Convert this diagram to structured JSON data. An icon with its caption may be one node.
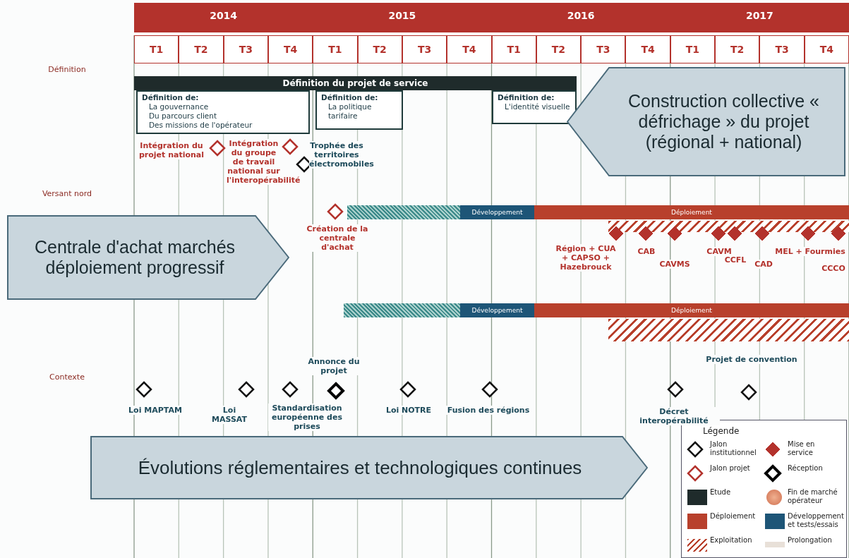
{
  "diagram": {
    "nodes": [
      {
        "text": [
          "Définition du projet de service"
        ]
      },
      {
        "text": [
          "Définition de:",
          "La gouvernance",
          "Du parcours client",
          "Des missions de l'opérateur"
        ]
      },
      {
        "text": [
          "Définition de:",
          "La politique tarifaire"
        ]
      },
      {
        "text": [
          "Définition de:",
          "L'identité visuelle"
        ]
      },
      {
        "text": [
          "Construction collective « défrichage » du projet (régional + national)"
        ]
      },
      {
        "text": [],
        "shape": "diamond",
        "beside": [
          "Intégration du projet national"
        ]
      },
      {
        "text": [],
        "shape": "diamond",
        "beside": [
          "Intégration du groupe de travail national sur l'interopérabilité"
        ]
      },
      {
        "text": [],
        "shape": "diamond",
        "beside": [
          "Trophée des territoires électromobiles"
        ]
      },
      {
        "text": [],
        "shape": "diamond",
        "beside": [
          "Création de la centrale d'achat"
        ]
      },
      {
        "text": [],
        "shape": "bar"
      },
      {
        "text": [
          "Développement"
        ]
      },
      {
        "text": [
          "Déploiement"
        ]
      },
      {
        "text": [],
        "shape": "bar"
      },
      {
        "text": [],
        "shape": "diamond",
        "beside": [
          "Région + CUA + CAPSO + Hazebrouck"
        ]
      },
      {
        "text": [],
        "shape": "diamond",
        "beside": [
          "CAB"
        ]
      },
      {
        "text": [],
        "shape": "diamond",
        "beside": [
          "CAVMS"
        ]
      },
      {
        "text": [],
        "shape": "diamond",
        "beside": [
          "CAVM"
        ]
      },
      {
        "text": [],
        "shape": "diamond",
        "beside": [
          "CCFL"
        ]
      },
      {
        "text": [],
        "shape": "diamond",
        "beside": [
          "CAD"
        ]
      },
      {
        "text": [],
        "shape": "diamond",
        "beside": [
          "MEL + Fourmies"
        ]
      },
      {
        "text": [],
        "shape": "diamond",
        "beside": [
          "CCCO"
        ]
      },
      {
        "text": [
          "Centrale d'achat marchés déploiement progressif"
        ]
      },
      {
        "text": [],
        "shape": "bar"
      },
      {
        "text": [
          "Développement"
        ]
      },
      {
        "text": [
          "Déploiement"
        ]
      },
      {
        "text": [],
        "shape": "bar"
      },
      {
        "text": [],
        "shape": "diamond",
        "beside": [
          "Loi MAPTAM"
        ]
      },
      {
        "text": [],
        "shape": "diamond",
        "beside": [
          "Loi MASSAT"
        ]
      },
      {
        "text": [],
        "shape": "diamond",
        "beside": [
          "Standardisation européenne des prises"
        ]
      },
      {
        "text": [],
        "shape": "diamond",
        "beside": [
          "Annonce du projet"
        ]
      },
      {
        "text": [],
        "shape": "diamond",
        "beside": [
          "Loi NOTRE"
        ]
      },
      {
        "text": [],
        "shape": "diamond",
        "beside": [
          "Fusion des régions"
        ]
      },
      {
        "text": [],
        "shape": "diamond",
        "beside": [
          "Décret interopérabilité"
        ]
      },
      {
        "text": [],
        "shape": "diamond",
        "beside": [
          "Projet de convention"
        ]
      },
      {
        "text": [
          "Évolutions réglementaires et technologiques continues"
        ]
      }
    ],
    "edges": [],
    "labels": [
      "2014",
      "2015",
      "2016",
      "2017",
      "T1",
      "T2",
      "T3",
      "T4",
      "T1",
      "T2",
      "T3",
      "T4",
      "T1",
      "T2",
      "T3",
      "T4",
      "T1",
      "T2",
      "T3",
      "T4",
      "Définition",
      "Versant nord",
      "Contexte",
      "Légende"
    ],
    "legend": [
      {
        "text": "Jalon institutionnel"
      },
      {
        "text": "Mise en service"
      },
      {
        "text": "Jalon projet"
      },
      {
        "text": "Réception"
      },
      {
        "text": "Etude",
        "color": "#1f2b2b"
      },
      {
        "text": "Fin de marché opérateur"
      },
      {
        "text": "Déploiement",
        "color": "#b8402c"
      },
      {
        "text": "Développement et tests/essais",
        "color": "#1d5577"
      },
      {
        "text": "Exploitation"
      },
      {
        "text": "Prolongation"
      }
    ]
  }
}
